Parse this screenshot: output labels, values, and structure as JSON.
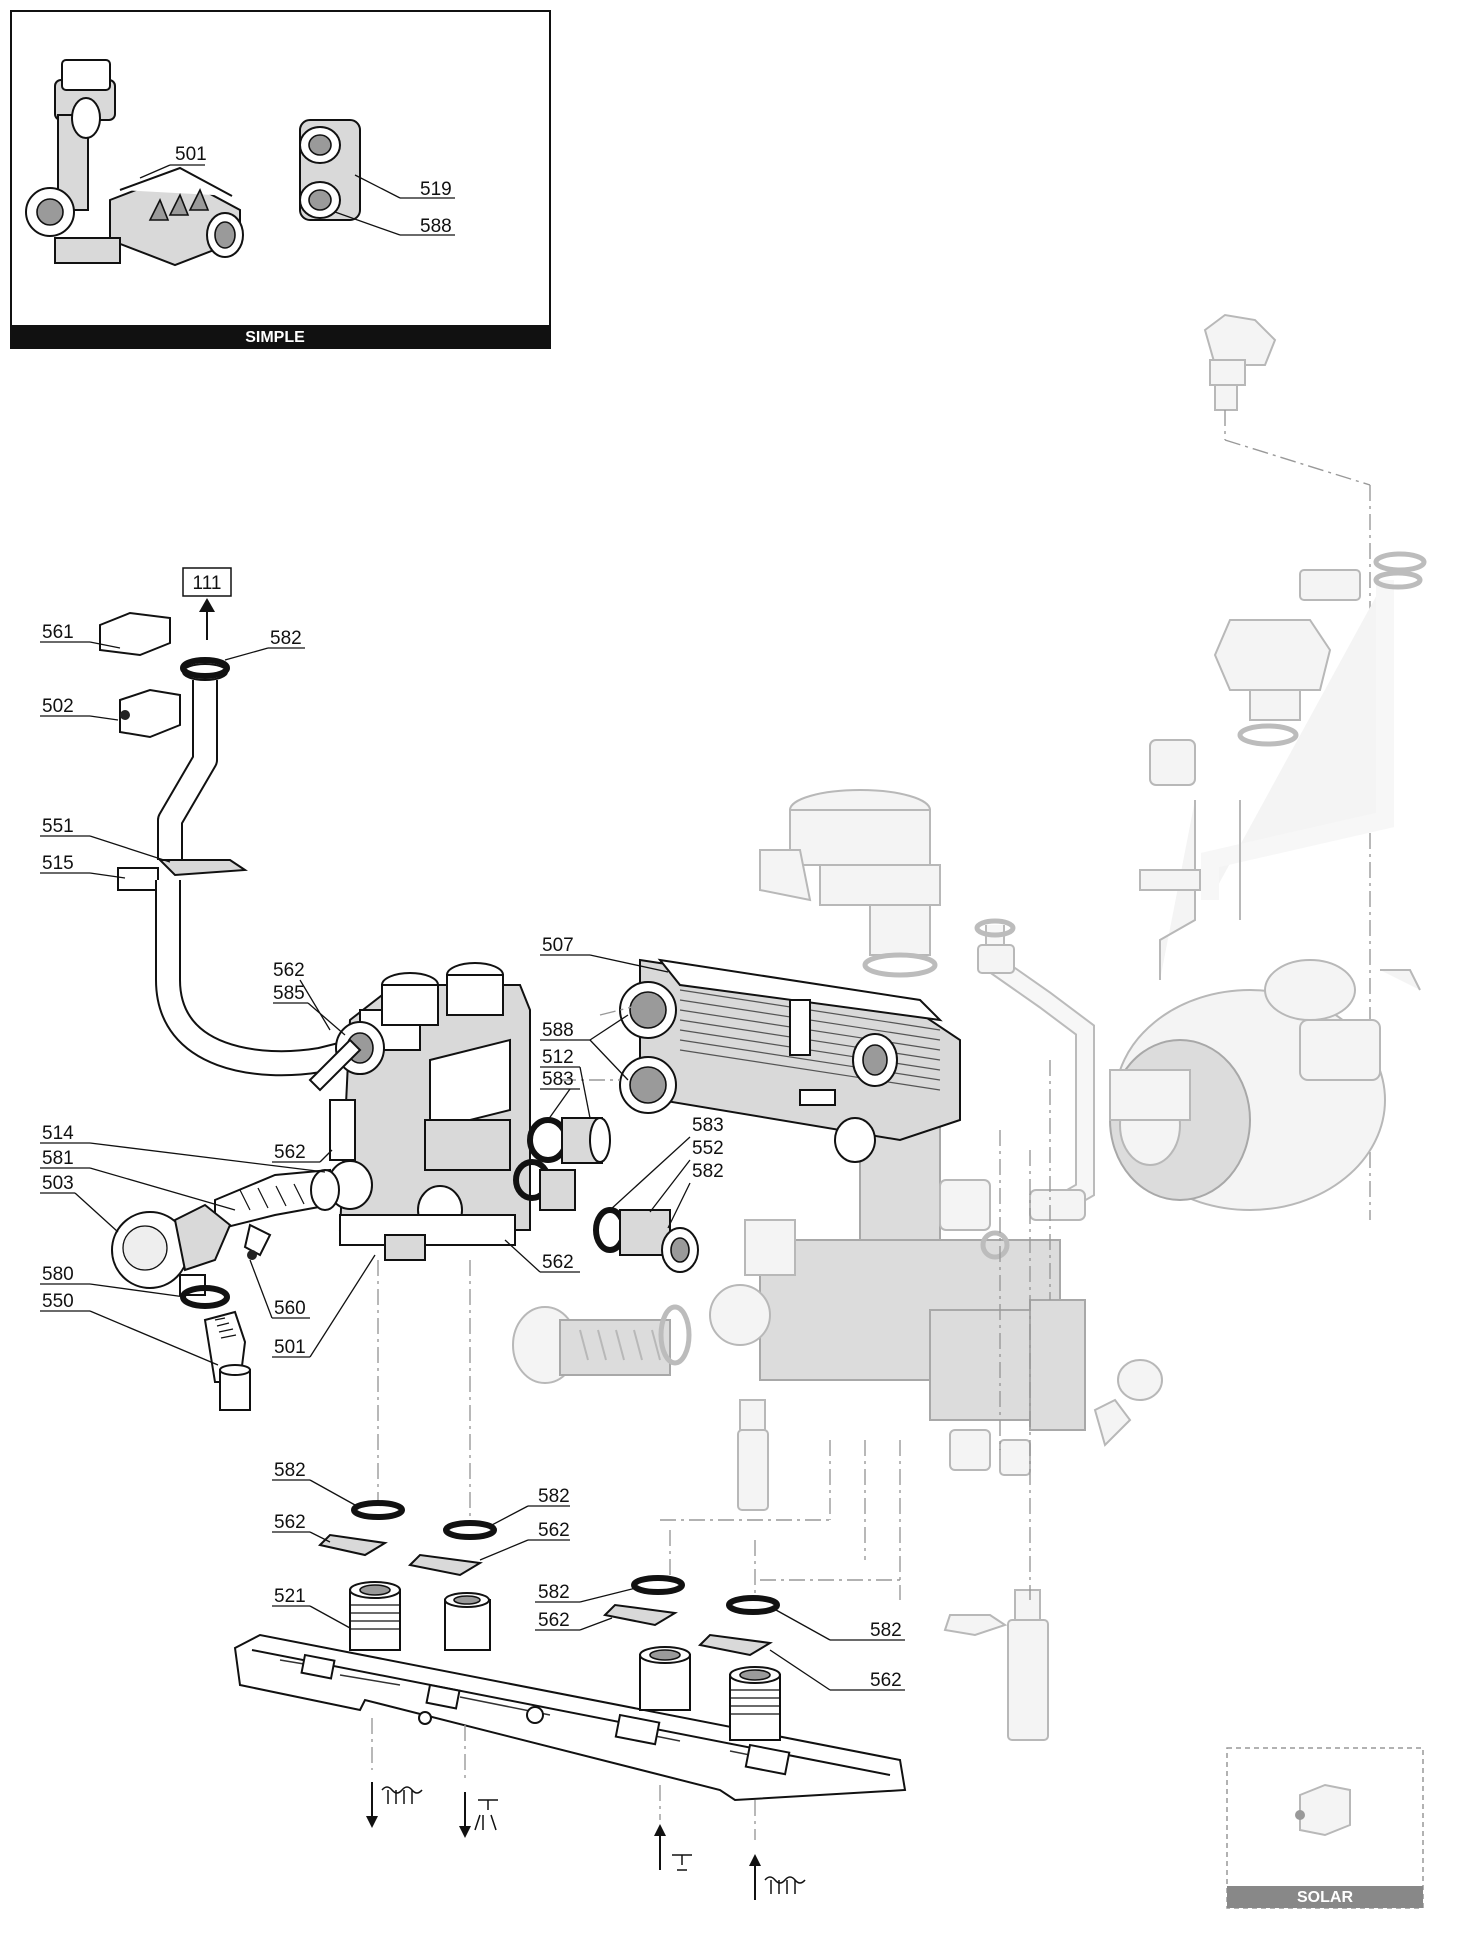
{
  "panels": {
    "simple": {
      "title": "SIMPLE",
      "labels": [
        "501",
        "519",
        "588"
      ]
    },
    "solar": {
      "title": "SOLAR"
    }
  },
  "reference_box": "111",
  "labels": {
    "l561": "561",
    "l502": "502",
    "l582a": "582",
    "l551": "551",
    "l515": "515",
    "l562a": "562",
    "l585": "585",
    "l507": "507",
    "l588": "588",
    "l512": "512",
    "l583a": "583",
    "l562b": "562",
    "l514": "514",
    "l581": "581",
    "l503": "503",
    "l583b": "583",
    "l552": "552",
    "l582b": "582",
    "l562c": "562",
    "l580": "580",
    "l560": "560",
    "l550": "550",
    "l501": "501",
    "l582c": "582",
    "l582d": "582",
    "l562d": "562",
    "l562e": "562",
    "l521": "521",
    "l582e": "582",
    "l562f": "562",
    "l582f": "582",
    "l562g": "562"
  },
  "flow_symbols": [
    "heating-outlet-icon",
    "hot-water-outlet-icon",
    "cold-water-inlet-icon",
    "heating-return-icon"
  ]
}
